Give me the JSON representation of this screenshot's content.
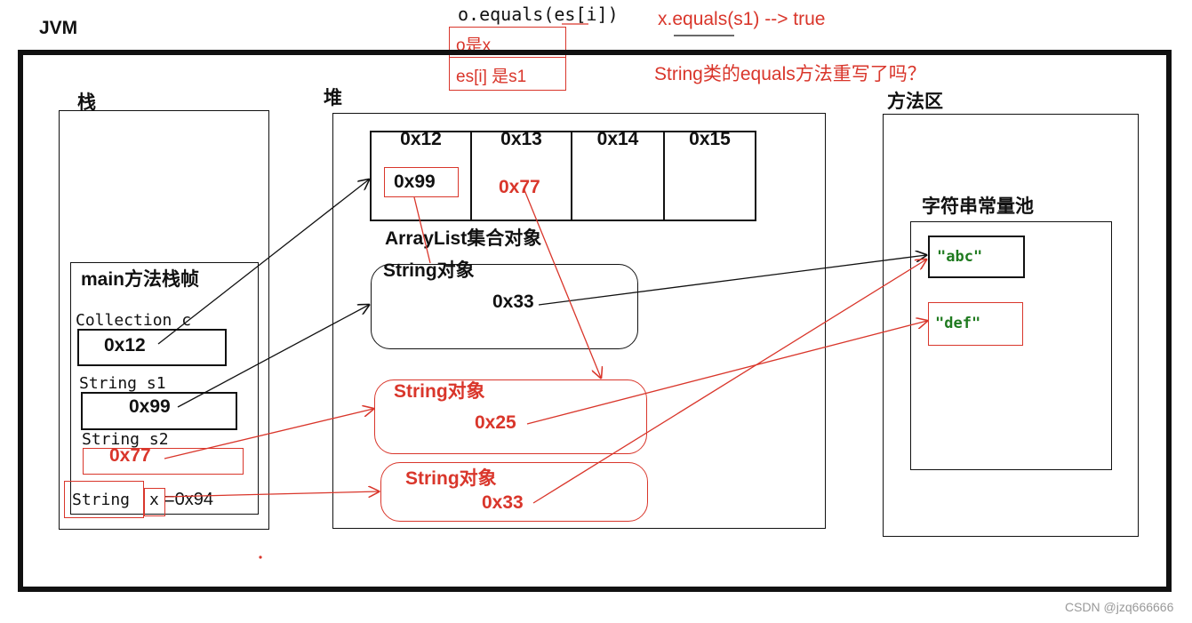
{
  "header": {
    "equals_call": "o.equals(es[i])",
    "note_o_is_x": "o是x",
    "note_es_is_s1": "es[i] 是s1",
    "result": "x.equals(s1) --> true",
    "question": "String类的equals方法重写了吗？"
  },
  "jvm_label": "JVM",
  "stack": {
    "title": "栈",
    "frame_title": "main方法栈帧",
    "vars": [
      {
        "decl": "Collection c",
        "value": "0x12"
      },
      {
        "decl": "String s1",
        "value": "0x99"
      },
      {
        "decl": "String s2",
        "value": "0x77"
      }
    ],
    "x_type": "String",
    "x_name": "x",
    "x_value": "=0x94"
  },
  "heap": {
    "title": "堆",
    "array_cells": [
      "0x12",
      "0x13",
      "0x14",
      "0x15"
    ],
    "cell0_value": "0x99",
    "cell1_value": "0x77",
    "arraylist_label": "ArrayList集合对象",
    "string_obj1": {
      "label": "String对象",
      "value": "0x33"
    },
    "string_obj2": {
      "label": "String对象",
      "value": "0x25"
    },
    "string_obj3": {
      "label": "String对象",
      "value": "0x33"
    }
  },
  "method_area": {
    "title": "方法区",
    "pool_title": "字符串常量池",
    "abc": "\"abc\"",
    "def": "\"def\""
  },
  "watermark": "CSDN @jzq666666",
  "colors": {
    "red": "#d9362b",
    "black": "#111111",
    "green": "#1f7a1f"
  }
}
